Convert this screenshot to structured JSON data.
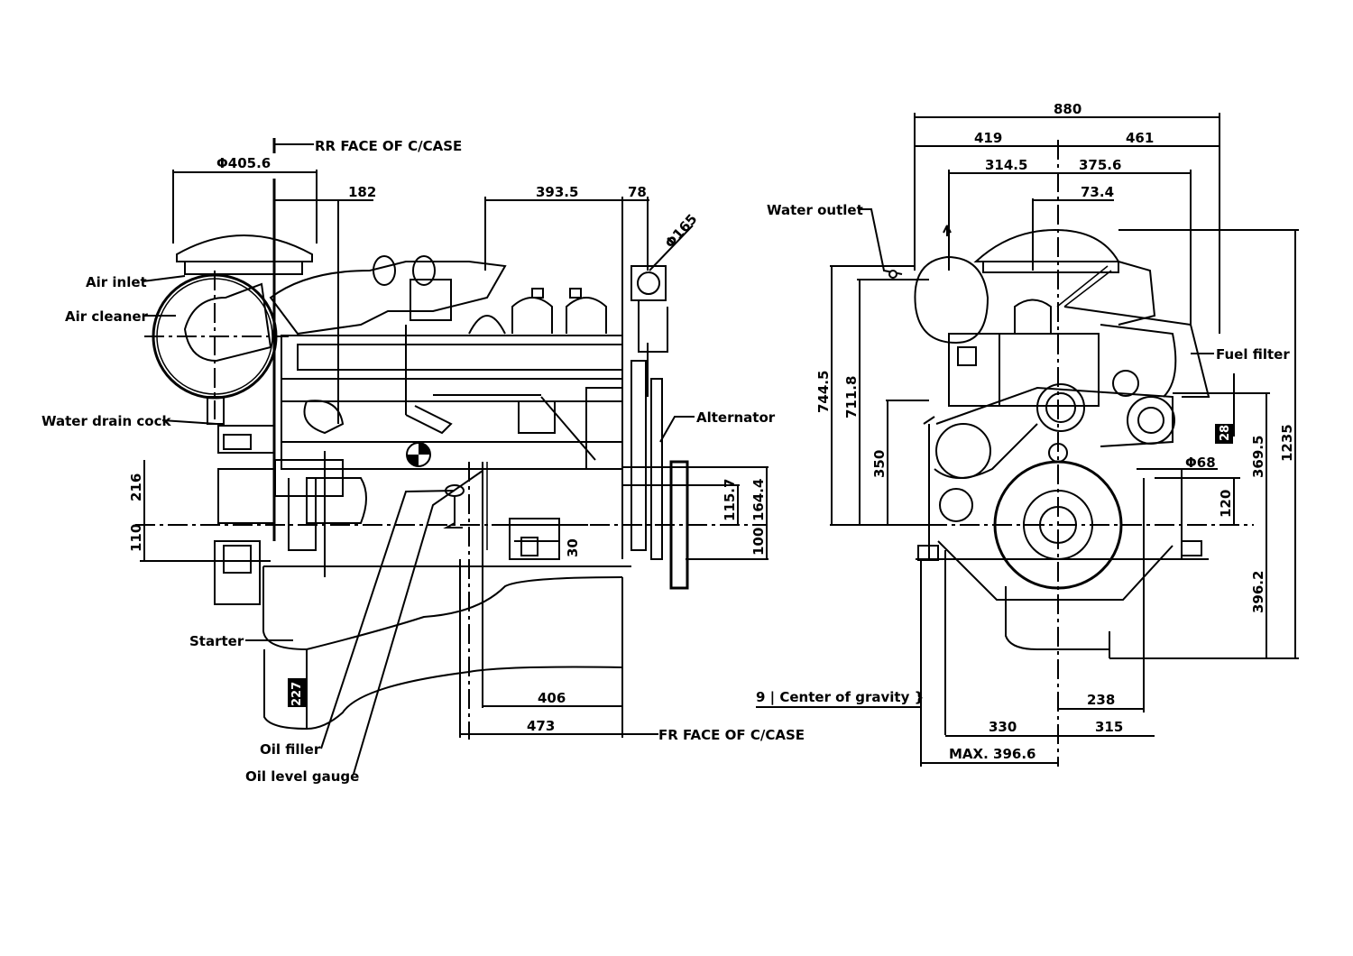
{
  "drawing": {
    "title": "Engine outline dimension drawing",
    "views": [
      "side-view",
      "front-view"
    ],
    "colors": {
      "line": "#000000",
      "background": "#ffffff"
    }
  },
  "side_view": {
    "callouts": {
      "rr_face": "RR FACE OF C/CASE",
      "fr_face": "FR FACE OF C/CASE",
      "air_inlet": "Air inlet",
      "air_cleaner": "Air cleaner",
      "water_drain_cock": "Water drain cock",
      "alternator": "Alternator",
      "starter": "Starter",
      "oil_filler": "Oil filler",
      "oil_level_gauge": "Oil level gauge"
    },
    "dimensions": {
      "air_cleaner_dia": "Φ405.6",
      "d182": "182",
      "d393_5": "393.5",
      "d78": "78",
      "d165_dia": "Φ165",
      "d216": "216",
      "d110": "110",
      "d115_7": "115.7",
      "d164_4": "164.4",
      "d100": "100",
      "d30": "30",
      "d227_box": "227",
      "d406": "406",
      "d473": "473"
    }
  },
  "front_view": {
    "callouts": {
      "water_outlet": "Water outlet",
      "fuel_filter": "Fuel filter",
      "center_of_gravity": "9 | Center of gravity }"
    },
    "dimensions": {
      "d880": "880",
      "d419": "419",
      "d461": "461",
      "d314_5": "314.5",
      "d375_6": "375.6",
      "d73_4": "73.4",
      "d744_5": "744.5",
      "d711_8": "711.8",
      "d350": "350",
      "d369_5": "369.5",
      "d1235": "1235",
      "d120": "120",
      "d68_dia": "Φ68",
      "d28_box": "28",
      "d396_2": "396.2",
      "d238": "238",
      "d330": "330",
      "d315": "315",
      "max_396_6": "MAX. 396.6"
    }
  }
}
